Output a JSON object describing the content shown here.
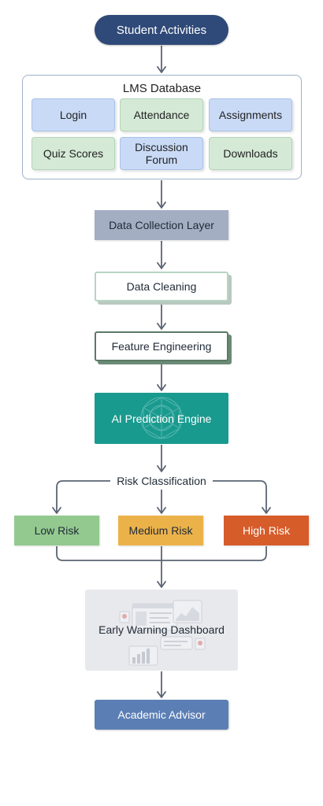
{
  "colors": {
    "pill": "#2f4a78",
    "connector": "#5b6573",
    "tile_blue": "#c9daf6",
    "tile_green": "#d4ead6",
    "collection": "#a3aec3",
    "ai_engine": "#199a8f",
    "low": "#93c98f",
    "medium": "#ecb24a",
    "high": "#d65c2a",
    "dashboard": "#e8e9ec",
    "advisor": "#5b7fb5"
  },
  "start": {
    "label": "Student Activities"
  },
  "lms": {
    "title": "LMS Database",
    "tiles": [
      {
        "label": "Login",
        "color": "blue"
      },
      {
        "label": "Attendance",
        "color": "green"
      },
      {
        "label": "Assignments",
        "color": "blue"
      },
      {
        "label": "Quiz Scores",
        "color": "green"
      },
      {
        "label": "Discussion Forum",
        "color": "blue"
      },
      {
        "label": "Downloads",
        "color": "green"
      }
    ]
  },
  "steps": {
    "collection": "Data Collection Layer",
    "cleaning": "Data Cleaning",
    "feature": "Feature Engineering",
    "ai": "AI Prediction Engine",
    "ai_icon": "neural-network-icon"
  },
  "risk": {
    "label": "Risk Classification",
    "low": "Low Risk",
    "medium": "Medium Risk",
    "high": "High Risk"
  },
  "dashboard": {
    "label": "Early Warning Dashboard",
    "icon": "dashboard-charts-icon"
  },
  "advisor": {
    "label": "Academic Advisor"
  }
}
